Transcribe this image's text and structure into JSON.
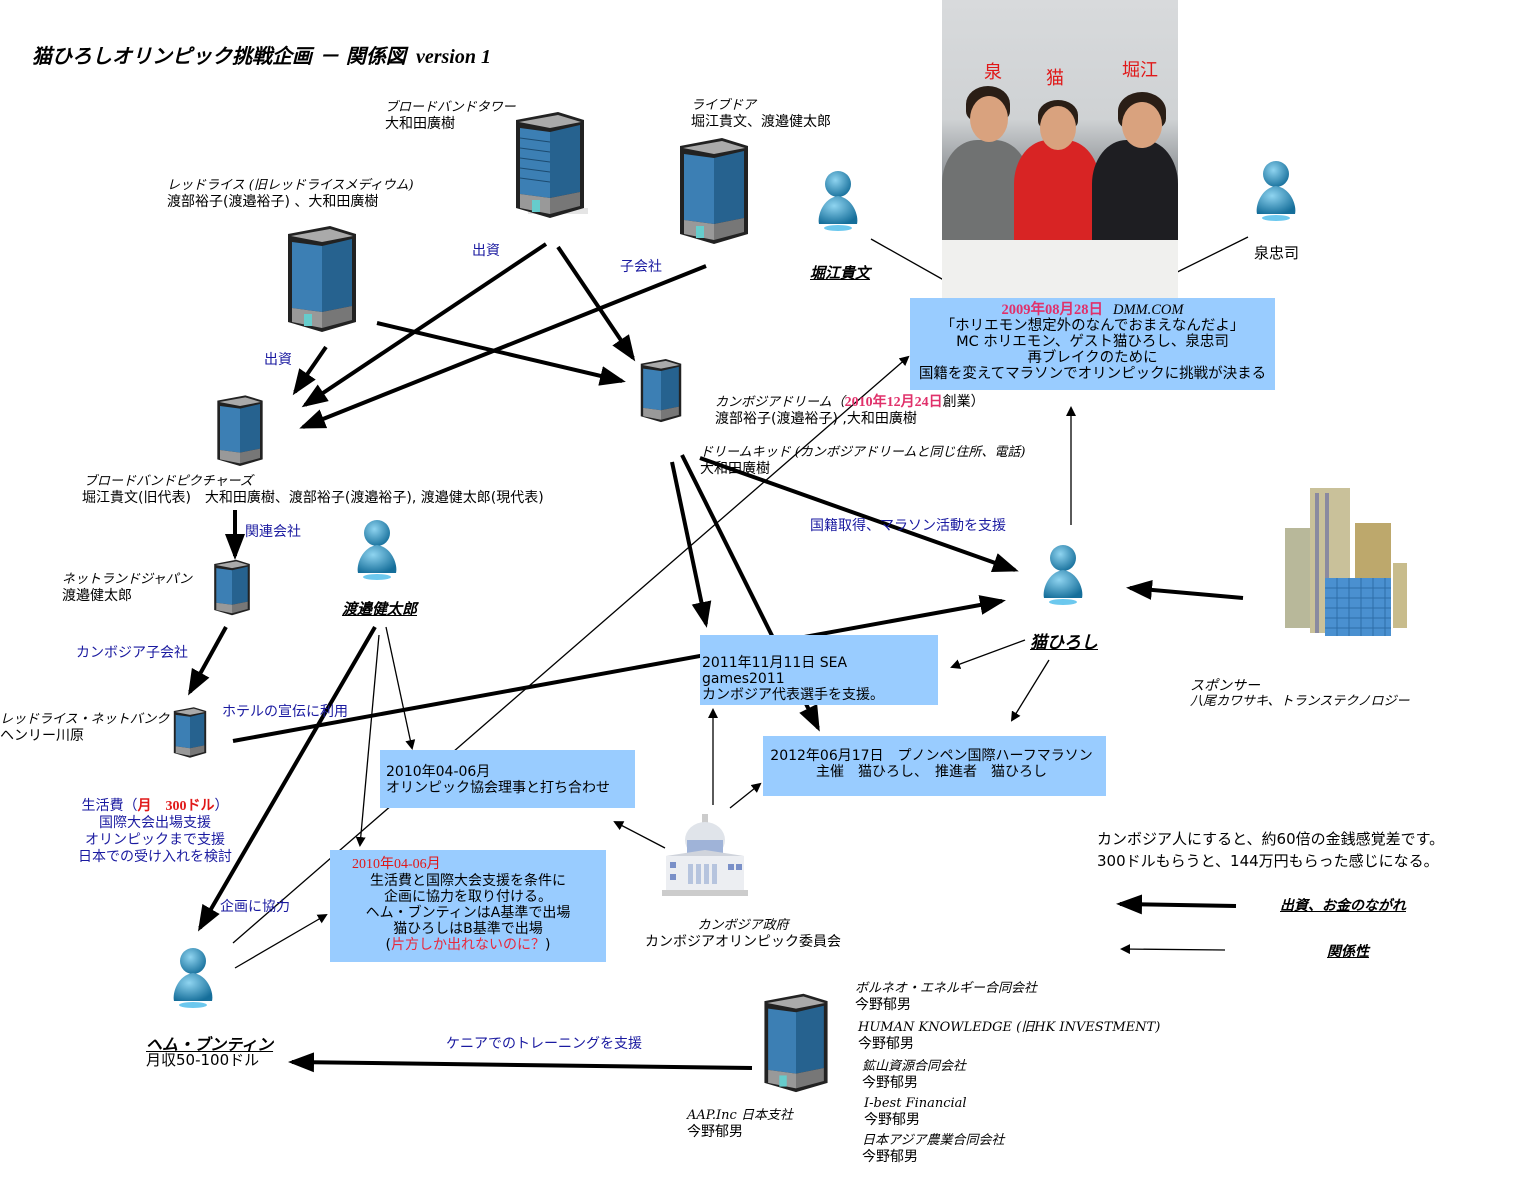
{
  "title": {
    "main": "猫ひろしオリンピック挑戦企画 － 関係図",
    "version": "version 1"
  },
  "photo": {
    "labels": [
      "泉",
      "猫",
      "堀江"
    ]
  },
  "companies": {
    "broadband_tower": {
      "company": "ブロードバンドタワー",
      "people": "大和田廣樹"
    },
    "livedoor": {
      "company": "ライブドア",
      "people": "堀江貴文、渡邉健太郎"
    },
    "redrice": {
      "company": "レッドライス (旧レッドライスメディウム)",
      "people": "渡部裕子(渡邉裕子) 、大和田廣樹"
    },
    "broadband_pictures": {
      "company": "ブロードバンドピクチャーズ",
      "people": "堀江貴文(旧代表)　大和田廣樹、渡部裕子(渡邉裕子), 渡邉健太郎(現代表)"
    },
    "cambodia_dream": {
      "company": "カンボジアドリーム（",
      "date": "2010年12月24日",
      "suffix": "創業）",
      "people": "渡部裕子(渡邉裕子) ,大和田廣樹"
    },
    "dream_kid": {
      "company": "ドリームキッド (カンボジアドリームと同じ住所、電話)",
      "people": "大和田廣樹"
    },
    "netland_japan": {
      "company": "ネットランドジャパン",
      "people": "渡邉健太郎"
    },
    "redrice_netbank": {
      "company": "レッドライス・ネットバンク",
      "people": "ヘンリー川原"
    },
    "aap": {
      "company": "AAP.Inc 日本支社",
      "people": "今野郁男"
    },
    "aap_related": [
      {
        "company": "ボルネオ・エネルギー合同会社",
        "people": "今野郁男"
      },
      {
        "company": "HUMAN KNOWLEDGE (旧HK INVESTMENT)",
        "people": "今野郁男"
      },
      {
        "company": "鉱山資源合同会社",
        "people": "今野郁男"
      },
      {
        "company": "I-best Financial",
        "people": "今野郁男"
      },
      {
        "company": "日本アジア農業合同会社",
        "people": "今野郁男"
      }
    ],
    "sponsor": {
      "company": "スポンサー",
      "people": "八尾カワサキ、トランステクノロジー"
    },
    "government": {
      "company": "カンボジア政府",
      "people": "カンボジアオリンピック委員会"
    }
  },
  "people": {
    "horie": "堀江貴文",
    "izumi": "泉忠司",
    "watanabe": "渡邉健太郎",
    "neko": "猫ひろし",
    "hem": {
      "name": "ヘム・ブンティン",
      "income": "月収50-100ドル"
    }
  },
  "edge_labels": {
    "invest1": "出資",
    "invest2": "出資",
    "subsidiary": "子会社",
    "related": "関連会社",
    "cambodia_sub": "カンボジア子会社",
    "hotel": "ホテルの宣伝に利用",
    "nationality": "国籍取得、マラソン活動を支援",
    "cooperate": "企画に協力",
    "kenya": "ケニアでのトレーニングを支援",
    "living": {
      "prefix": "生活費（",
      "amount": "月　300ドル",
      "suffix": "）",
      "lines": [
        "国際大会出場支援",
        "オリンピックまで支援",
        "日本での受け入れを検討"
      ]
    }
  },
  "events": {
    "dmm": {
      "date": "2009年08月28日",
      "source": "DMM.COM",
      "lines": [
        "「ホリエモン想定外のなんでおまえなんだよ」",
        "MC ホリエモン、ゲスト猫ひろし、泉忠司",
        "再ブレイクのために",
        "国籍を変えてマラソンでオリンピックに挑戦が決まる"
      ]
    },
    "sea_games": {
      "lines": [
        "2011年11月11日  SEA games2011",
        "カンボジア代表選手を支援。"
      ]
    },
    "phnom_penh": {
      "lines": [
        "2012年06月17日　プノンペン国際ハーフマラソン",
        "主催　猫ひろし、　推進者　猫ひろし"
      ]
    },
    "olympic_meeting": {
      "lines": [
        "2010年04-06月",
        "オリンピック協会理事と打ち合わせ"
      ]
    },
    "agreement": {
      "date": "2010年04-06月",
      "lines": [
        "生活費と国際大会支援を条件に",
        "企画に協力を取り付ける。",
        "ヘム・ブンティンはA基準で出場",
        "猫ひろしはB基準で出場"
      ],
      "note_open": "(",
      "note": "片方しか出れないのに？",
      "note_close": ")"
    }
  },
  "note": {
    "lines": [
      "カンボジア人にすると、約60倍の金銭感覚差です。",
      "300ドルもらうと、144万円もらった感じになる。"
    ]
  },
  "legend": {
    "money": "出資、お金のながれ",
    "relation": "関係性"
  },
  "colors": {
    "box": "#99ccff",
    "edge_label": "#1a1aa0",
    "date": "#e0306a",
    "alert": "#e8283c"
  }
}
